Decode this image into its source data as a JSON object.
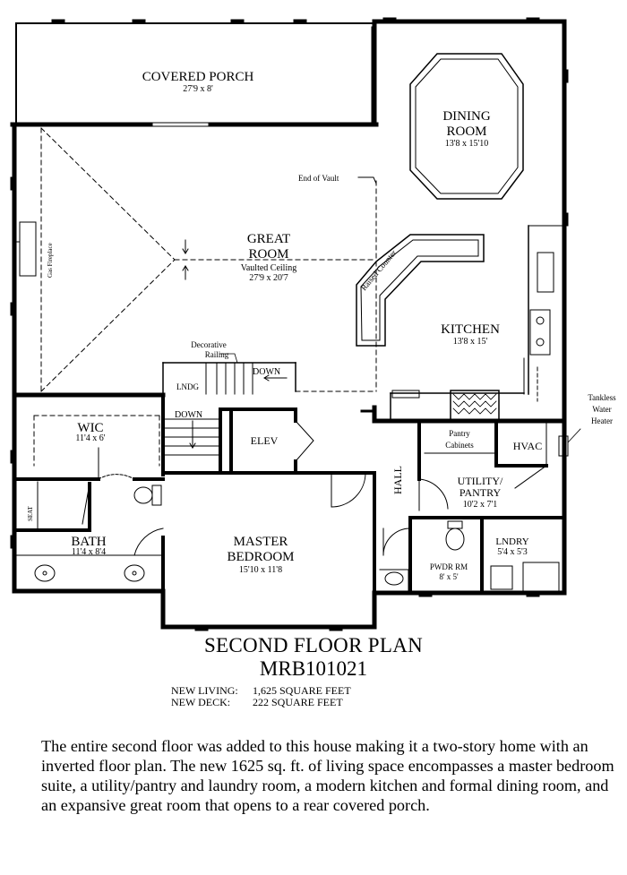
{
  "rooms": {
    "covered_porch": {
      "name": "COVERED PORCH",
      "dims": "27'9 x 8'"
    },
    "dining_room": {
      "name_line1": "DINING",
      "name_line2": "ROOM",
      "dims": "13'8 x 15'10"
    },
    "great_room": {
      "name_line1": "GREAT",
      "name_line2": "ROOM",
      "note": "Vaulted Ceiling",
      "dims": "27'9 x 20'7"
    },
    "kitchen": {
      "name": "KITCHEN",
      "dims": "13'8 x 15'"
    },
    "wic": {
      "name": "WIC",
      "dims": "11'4 x 6'"
    },
    "bath": {
      "name": "BATH",
      "dims": "11'4 x 8'4"
    },
    "master_bedroom": {
      "name_line1": "MASTER",
      "name_line2": "BEDROOM",
      "dims": "15'10 x 11'8"
    },
    "utility_pantry": {
      "name_line1": "UTILITY/",
      "name_line2": "PANTRY",
      "dims": "10'2 x 7'1"
    },
    "powder_room": {
      "name": "PWDR RM",
      "dims": "8' x 5'"
    },
    "laundry": {
      "name": "LNDRY",
      "dims": "5'4 x 5'3"
    }
  },
  "labels": {
    "end_of_vault": "End of Vault",
    "gas_fireplace": "Gas Fireplace",
    "raised_counter": "Raised Counter",
    "decorative_railing_1": "Decorative",
    "decorative_railing_2": "Railing",
    "landing": "LNDG",
    "stair_down_upper": "DOWN",
    "stair_down_lower": "DOWN",
    "elevator": "ELEV",
    "hall": "HALL",
    "hvac": "HVAC",
    "pantry_cabinets_1": "Pantry",
    "pantry_cabinets_2": "Cabinets",
    "seat": "SEAT",
    "tankless_1": "Tankless",
    "tankless_2": "Water",
    "tankless_3": "Heater"
  },
  "plan_title": "SECOND FLOOR PLAN",
  "plan_id": "MRB101021",
  "stats": [
    {
      "key": "NEW LIVING:",
      "value": "1,625 SQUARE FEET"
    },
    {
      "key": "NEW DECK:",
      "value": "222 SQUARE FEET"
    }
  ],
  "description": "The entire second floor was added to this house making it a two-story home with an inverted floor plan. The new 1625 sq. ft. of living space encompasses a master bedroom suite, a utility/pantry and laundry room, a modern kitchen and formal dining room, and an expansive great room that opens to a rear covered porch."
}
